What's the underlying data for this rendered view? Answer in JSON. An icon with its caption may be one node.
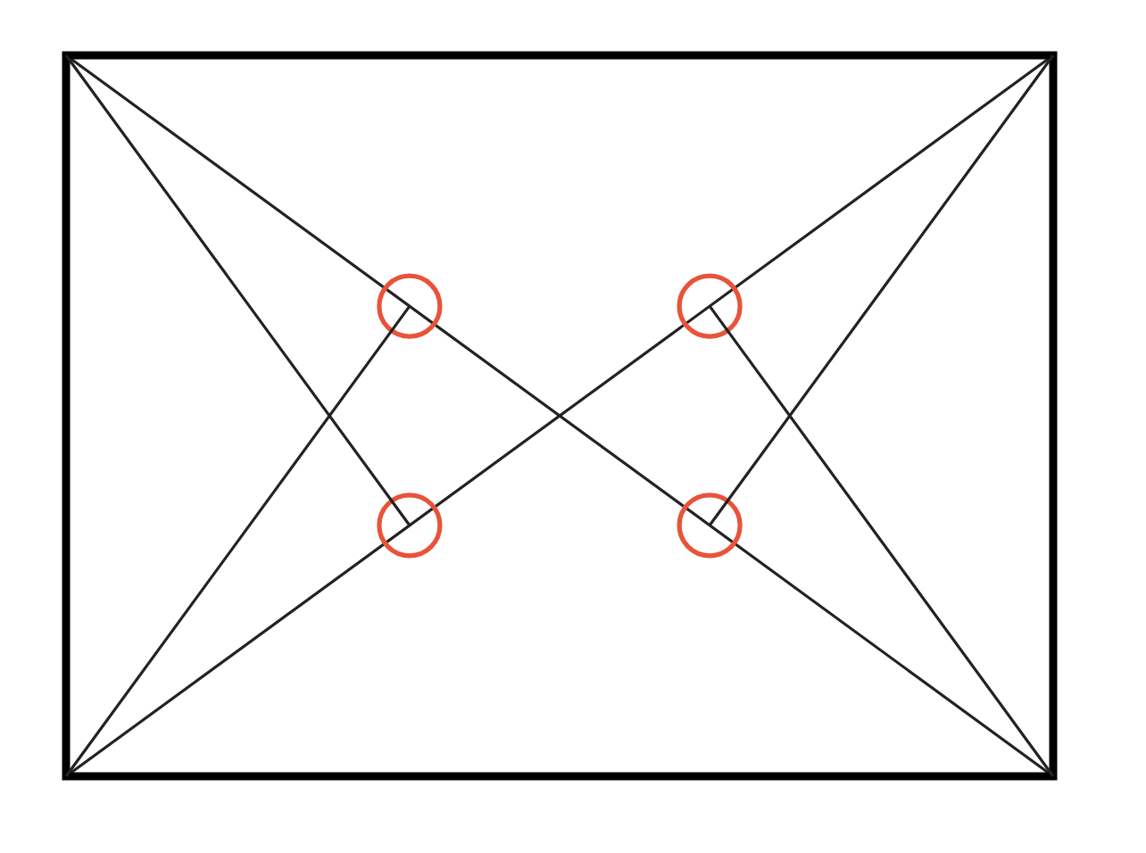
{
  "diagram": {
    "nodes": [
      {
        "text": [],
        "shape": "circle"
      },
      {
        "text": [],
        "shape": "circle"
      },
      {
        "text": [],
        "shape": "circle"
      },
      {
        "text": [],
        "shape": "circle"
      }
    ],
    "edges": [
      {
        "from": null,
        "to": 0,
        "arrow": "none"
      },
      {
        "from": null,
        "to": 1,
        "arrow": "none"
      },
      {
        "from": null,
        "to": 2,
        "arrow": "none"
      },
      {
        "from": null,
        "to": 3,
        "arrow": "none"
      }
    ]
  }
}
